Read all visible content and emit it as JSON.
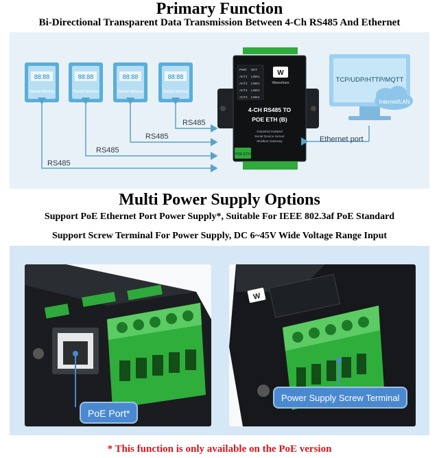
{
  "section1": {
    "title": "Primary Function",
    "subtitle": "Bi-Directional Transparent Data Transmission Between 4-Ch RS485 And Ethernet"
  },
  "diagram": {
    "serial_device_label": "Serial device",
    "serial_display": "88:88",
    "rs485_label": "RS485",
    "device_name_line1": "4-CH RS485 TO",
    "device_name_line2": "POE ETH (B)",
    "device_desc_line1": "Industrial Isolated",
    "device_desc_line2": "Serial Device Server",
    "device_desc_line3": "Modbus Gateway",
    "brand": "Waveshare",
    "poe_eth": "POE ETH",
    "led_labels": [
      "PWR",
      "NET",
      "ACT1",
      "LINK1",
      "ACT2",
      "LINK2",
      "ACT3",
      "LINK3",
      "ACT4",
      "LINK4"
    ],
    "ethernet_port_label": "Ethernet port",
    "protocols": "TCP/UDP/HTTP/MQTT",
    "network": "Internet/LAN",
    "colors": {
      "panel": "#e8f1f8",
      "arrow": "#5aa1c7",
      "device_blue": "#5aaed8",
      "terminal_green": "#2faa3c",
      "monitor_blue": "#9fd0ef"
    }
  },
  "section2": {
    "title": "Multi Power Supply Options",
    "line1": "Support PoE Ethernet Port Power Supply*, Suitable For IEEE 802.3af PoE Standard",
    "line2": "Support Screw Terminal For Power Supply, DC 6~45V Wide Voltage Range Input"
  },
  "photos": {
    "poe_port_callout": "PoE Port*",
    "screw_terminal_callout": "Power Supply Screw Terminal"
  },
  "footnote": "* This function is only available on the PoE version"
}
